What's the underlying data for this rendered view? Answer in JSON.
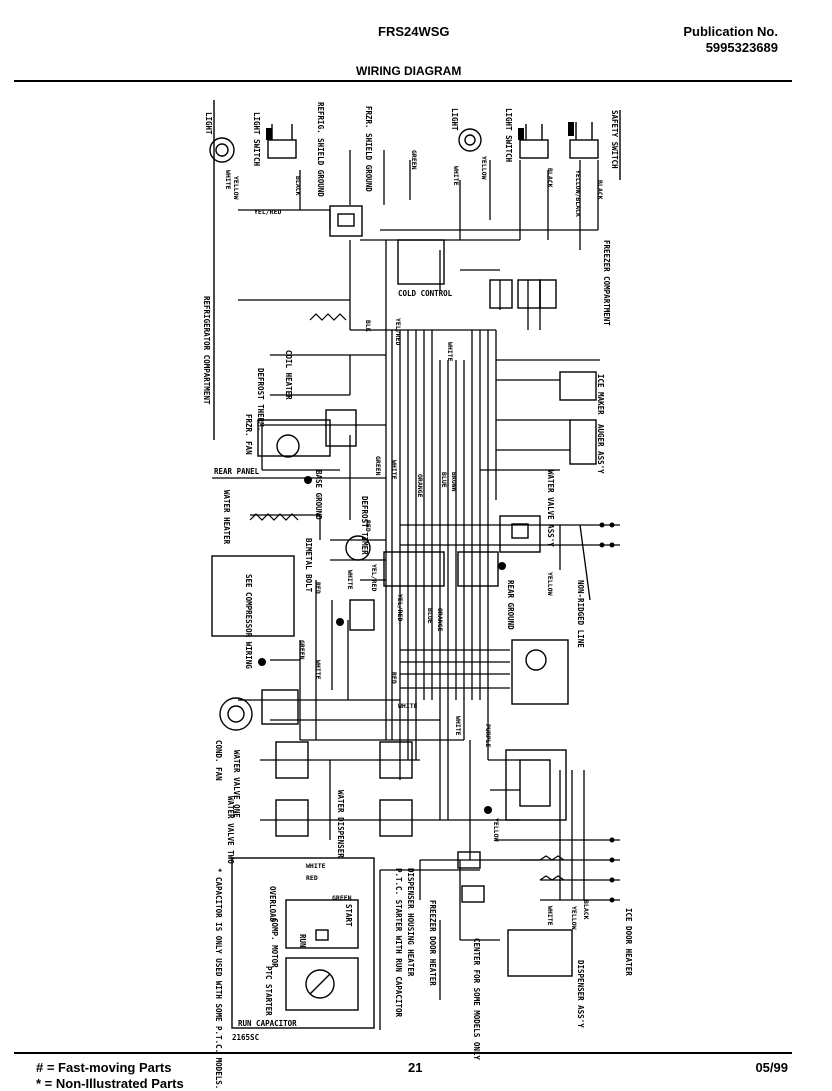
{
  "header": {
    "model": "FRS24WSG",
    "publication_label": "Publication No.",
    "publication_number": "5995323689",
    "title": "WIRING DIAGRAM"
  },
  "labels": {
    "light_left": "LIGHT",
    "light_switch_left": "LIGHT SWITCH",
    "refrig_shield": "REFRIG. SHIELD GROUND",
    "frzr_shield": "FRZR. SHIELD GROUND",
    "light_right": "LIGHT",
    "light_switch_right": "LIGHT SWITCH",
    "safety_switch": "SAFETY SWITCH",
    "cold_control": "COLD CONTROL",
    "freezer_compartment": "FREEZER COMPARTMENT",
    "refrigerator_compartment": "REFRIGERATOR COMPARTMENT",
    "coil_heater": "COIL HEATER",
    "defrost_therm": "DEFROST THERM.",
    "frzr_fan": "FRZR. FAN",
    "ice_maker": "ICE MAKER",
    "auger_assy": "AUGER ASS'Y",
    "rear_panel": "REAR PANEL",
    "base_ground": "BASE GROUND",
    "water_heater": "WATER HEATER",
    "water_valve": "WATER VALVE ASS'Y",
    "defrost_timer": "DEFROST TIMER",
    "see_compressor": "SEE COMPRESSOR WIRING",
    "bimetal": "BIMETAL BOLT",
    "non_ridged": "NON-RIDGED LINE",
    "rear_ground": "REAR GROUND",
    "cond_fan": "COND. FAN",
    "water_valve_one": "WATER VALVE ONE",
    "water_valve_two": "WATER VALVE TWO",
    "water_dispenser": "WATER DISPENSER",
    "ptc_note": "P.T.C. STARTER WITH RUN CAPACITOR",
    "dispenser_housing": "DISPENSER HOUSING HEATER",
    "freezer_door_heater": "FREEZER DOOR HEATER",
    "center_for": "CENTER FOR SOME MODELS ONLY",
    "dispenser_assy": "DISPENSER ASS'Y",
    "ice_door_heater": "ICE DOOR HEATER",
    "overload": "OVERLOAD",
    "comp_motor": "COMP. MOTOR",
    "ptc_starter": "PTC STARTER",
    "run_capacitor": "RUN CAPACITOR",
    "capacitor_note": "* CAPACITOR IS ONLY USED WITH SOME P.T.C. MODELS.",
    "start": "START",
    "run": "RUN",
    "part_code": "2165SC",
    "wire_white": "WHITE",
    "wire_black": "BLACK",
    "wire_yellow": "YELLOW",
    "wire_green": "GREEN",
    "wire_red": "RED",
    "wire_blue": "BLUE",
    "wire_orange": "ORANGE",
    "wire_brown": "BROWN",
    "wire_yelred": "YEL/RED",
    "wire_yelblk": "YELLOW/BLACK",
    "wire_purple": "PURPLE",
    "wire_blk": "BLK"
  },
  "footer": {
    "legend_fast": "# = Fast-moving Parts",
    "legend_non": "* = Non-Illustrated Parts",
    "page": "21",
    "date": "05/99"
  }
}
